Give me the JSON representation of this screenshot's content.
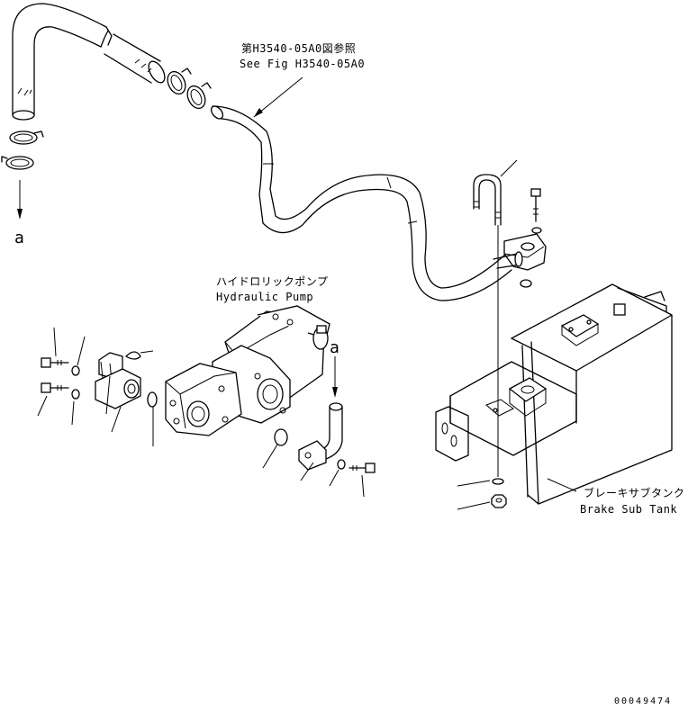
{
  "callouts": {
    "ref_jp": "第H3540-05A0図参照",
    "ref_en": "See Fig H3540-05A0",
    "pump_jp": "ハイドロリックポンプ",
    "pump_en": "Hydraulic Pump",
    "tank_jp": "ブレーキサブタンク",
    "tank_en": "Brake Sub Tank",
    "marker_left": "a",
    "marker_right": "a"
  },
  "drawing_number": "00049474"
}
